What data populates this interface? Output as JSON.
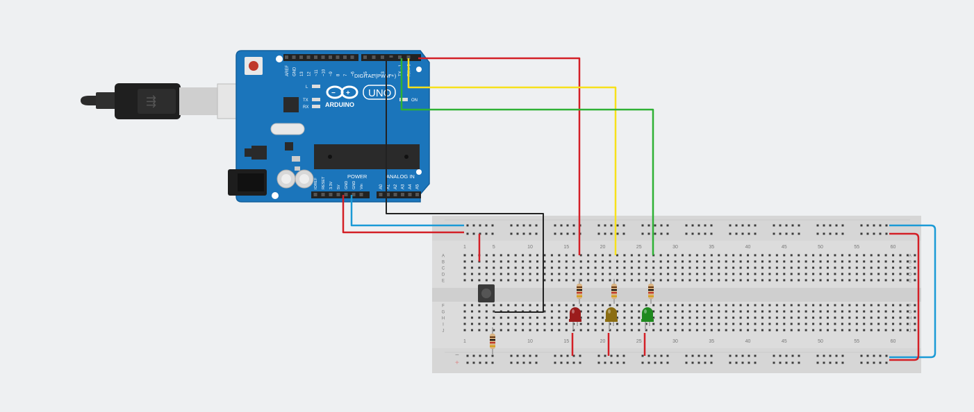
{
  "colors": {
    "background": "#eef0f2",
    "arduino_board": "#1b75bb",
    "breadboard": "#dcdcdc",
    "wire_red": "#d31f26",
    "wire_yellow": "#f7e11b",
    "wire_green": "#2eb135",
    "wire_blue": "#1a9ad6",
    "wire_black": "#222222",
    "led_red": "#9b1c1c",
    "led_yellow": "#8b6d12",
    "led_green": "#1f8a1f"
  },
  "arduino": {
    "brand": "ARDUINO",
    "model": "UNO",
    "digital_header_label": "DIGITAL (PWM ~)",
    "power_label": "POWER",
    "analog_label": "ANALOG IN",
    "led_labels": [
      "L",
      "TX",
      "RX"
    ],
    "on_label": "ON",
    "digital_pins": [
      "AREF",
      "GND",
      "13",
      "12",
      "~11",
      "~10",
      "~9",
      "8",
      "7",
      "~6",
      "~5",
      "4",
      "~3",
      "2",
      "TX→1",
      "RX←0"
    ],
    "power_pins": [
      "IOREF",
      "RESET",
      "3.3V",
      "5V",
      "GND",
      "GND",
      "Vin"
    ],
    "analog_pins": [
      "A0",
      "A1",
      "A2",
      "A3",
      "A4",
      "A5"
    ]
  },
  "breadboard": {
    "column_numbers": [
      "1",
      "5",
      "10",
      "15",
      "20",
      "25",
      "30",
      "35",
      "40",
      "45",
      "50",
      "55",
      "60"
    ],
    "row_letters_top": [
      "A",
      "B",
      "C",
      "D",
      "E"
    ],
    "row_letters_bottom": [
      "F",
      "G",
      "H",
      "I",
      "J"
    ],
    "rail_minus": "−",
    "rail_plus": "+"
  },
  "components": {
    "leds": [
      {
        "name": "red-led",
        "color": "#9b1c1c"
      },
      {
        "name": "yellow-led",
        "color": "#8b6d12"
      },
      {
        "name": "green-led",
        "color": "#1f8a1f"
      }
    ],
    "resistor_count": 4,
    "pushbutton_count": 1
  }
}
